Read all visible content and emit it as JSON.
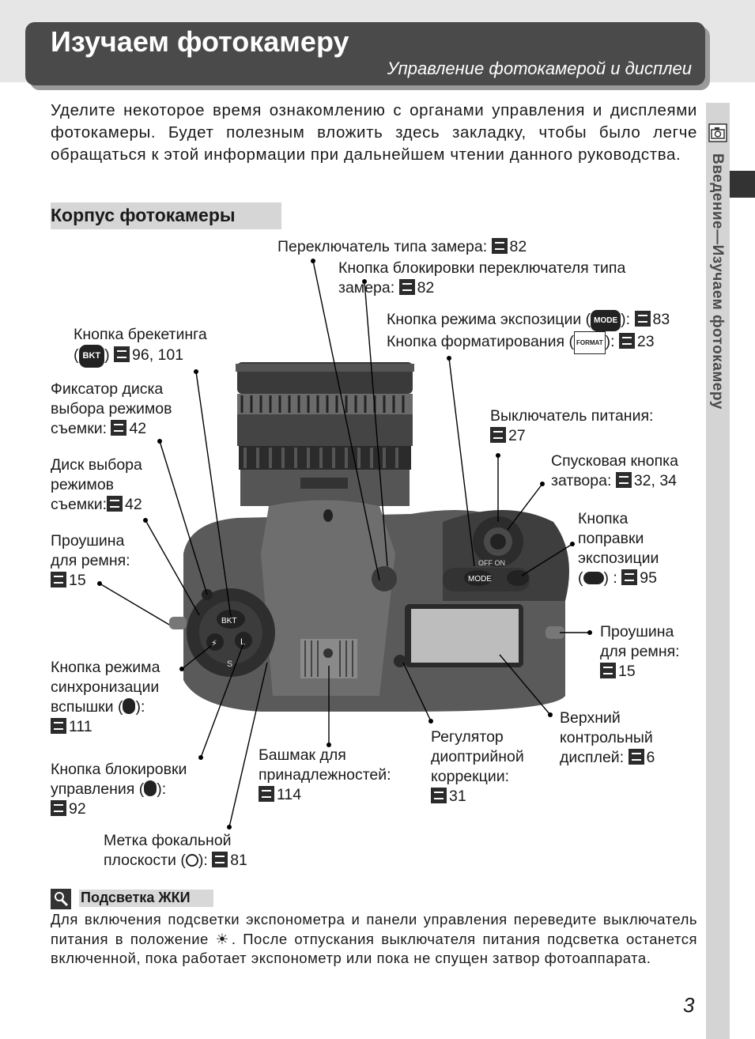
{
  "header": {
    "title": "Изучаем фотокамеру",
    "subtitle": "Управление фотокамерой и дисплеи"
  },
  "side": {
    "icon": "camera-icon",
    "text": "Введение—Изучаем фотокамеру"
  },
  "intro": "Уделите некоторое время ознакомлению с органами управления и дисплеями фотокамеры. Будет полезным вложить здесь закладку, чтобы было легче обращаться к этой информации при дальнейшем чтении данного руководства.",
  "section_title": "Корпус фотокамеры",
  "labels": {
    "metering_switch": {
      "text": "Переключатель типа замера:",
      "pages": "82"
    },
    "metering_lock": {
      "line1": "Кнопка блокировки переключателя типа",
      "line2": "замера:",
      "pages": "82"
    },
    "mode_button": {
      "text": "Кнопка режима экспозиции (",
      "badge": "MODE",
      "pages": "83"
    },
    "format_button": {
      "text": "Кнопка форматирования (",
      "badge": "FORMAT",
      "pages": "23"
    },
    "bkt_button": {
      "line1": "Кнопка брекетинга",
      "badge": "BKT",
      "pages": "96, 101"
    },
    "dial_lock": {
      "line1": "Фиксатор диска",
      "line2": "выбора режимов",
      "line3": "съемки:",
      "pages": "42"
    },
    "mode_dial": {
      "line1": "Диск выбора",
      "line2": "режимов",
      "line3": "съемки:",
      "pages": "42"
    },
    "strap_left": {
      "line1": "Проушина",
      "line2": "для ремня:",
      "pages": "15"
    },
    "flash_sync": {
      "line1": "Кнопка режима",
      "line2": "синхронизации",
      "line3": "вспышки (",
      "line3b": "):",
      "pages": "111"
    },
    "control_lock": {
      "line1": "Кнопка блокировки",
      "line2": "управления (",
      "line2b": "):",
      "pages": "92"
    },
    "focal_plane": {
      "line1": "Метка фокальной",
      "line2": "плоскости (",
      "line2b": "):",
      "pages": "81"
    },
    "power_switch": {
      "line1": "Выключатель питания:",
      "pages": "27"
    },
    "shutter": {
      "line1": "Спусковая кнопка",
      "line2": "затвора:",
      "pages": "32, 34"
    },
    "exp_comp": {
      "line1": "Кнопка",
      "line2": "поправки",
      "line3": "экспозиции",
      "line4b": ") :",
      "pages": "95"
    },
    "strap_right": {
      "line1": "Проушина",
      "line2": "для ремня:",
      "pages": "15"
    },
    "accessory_shoe": {
      "line1": "Башмак для",
      "line2": "принадлежностей:",
      "pages": "114"
    },
    "diopter": {
      "line1": "Регулятор",
      "line2": "диоптрийной",
      "line3": "коррекции:",
      "pages": "31"
    },
    "top_display": {
      "line1": "Верхний",
      "line2": "контрольный",
      "line3": "дисплей:",
      "pages": "6"
    }
  },
  "camera_marks": {
    "bkt": "BKT",
    "mode": "MODE",
    "flash": "⚡",
    "l": "L",
    "s": "S",
    "off_on": "OFF  ON"
  },
  "tip": {
    "title": "Подсветка ЖКИ",
    "body": "Для включения подсветки экспонометра и панели управления переведите выключатель питания в положение ☀. После отпускания выключателя питания подсветка останется включенной, пока работает экспонометр или пока не спущен затвор фотоаппарата."
  },
  "page_number": "3"
}
